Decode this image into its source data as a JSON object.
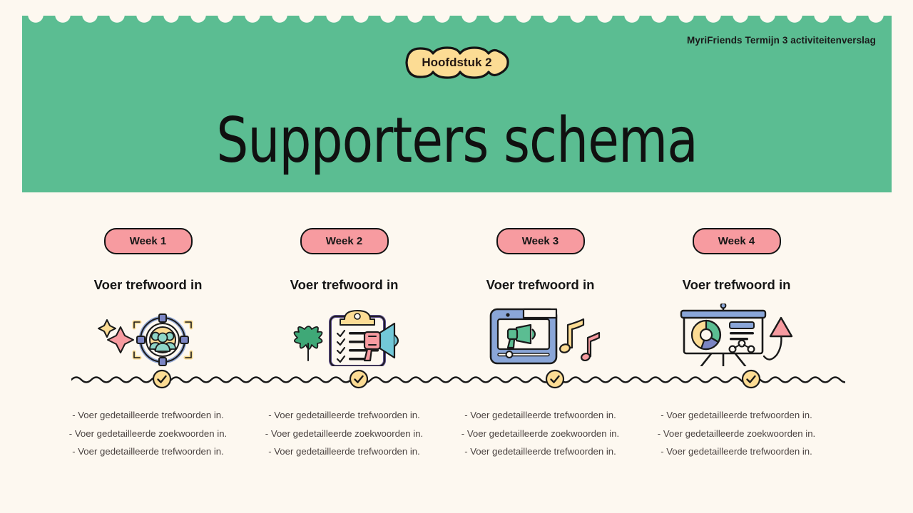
{
  "header": {
    "note": "MyriFriends Termijn 3 activiteitenverslag",
    "chapter_badge": "Hoofdstuk 2",
    "title": "Supporters schema",
    "bg_color": "#5bbd92",
    "badge_color": "#fcdc94"
  },
  "page": {
    "background": "#fdf8f0",
    "accent_pink": "#f79ba0",
    "accent_yellow": "#fcdc94"
  },
  "columns": [
    {
      "week_label": "Week 1",
      "heading": "Voer trefwoord in",
      "icon": "target-audience-icon",
      "bullets": [
        "- Voer gedetailleerde trefwoorden in.",
        "- Voer gedetailleerde zoekwoorden in.",
        "- Voer gedetailleerde trefwoorden in."
      ]
    },
    {
      "week_label": "Week 2",
      "heading": "Voer trefwoord in",
      "icon": "clipboard-checklist-megaphone-icon",
      "bullets": [
        "- Voer gedetailleerde trefwoorden in.",
        "- Voer gedetailleerde zoekwoorden in.",
        "- Voer gedetailleerde trefwoorden in."
      ]
    },
    {
      "week_label": "Week 3",
      "heading": "Voer trefwoord in",
      "icon": "video-megaphone-music-icon",
      "bullets": [
        "- Voer gedetailleerde trefwoorden in.",
        "- Voer gedetailleerde zoekwoorden in.",
        "- Voer gedetailleerde trefwoorden in."
      ]
    },
    {
      "week_label": "Week 4",
      "heading": "Voer trefwoord in",
      "icon": "presentation-chart-arrow-icon",
      "bullets": [
        "- Voer gedetailleerde trefwoorden in.",
        "- Voer gedetailleerde zoekwoorden in.",
        "- Voer gedetailleerde trefwoorden in."
      ]
    }
  ],
  "timeline": {
    "marker_icon": "check-circle-icon",
    "marker_count": 4
  }
}
